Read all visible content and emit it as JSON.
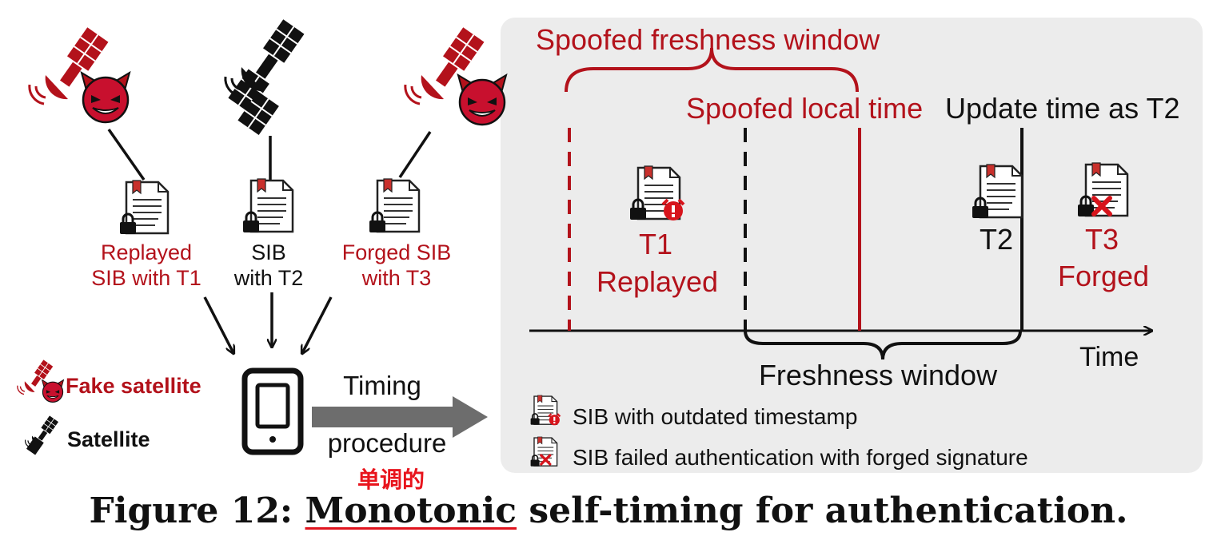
{
  "figure": {
    "caption_prefix": "Figure 12: ",
    "caption_keyword": "Monotonic",
    "caption_suffix": " self-timing for authentication.",
    "annotation_note": "单调的",
    "colors": {
      "adversary": "#b3121b",
      "normal": "#111111",
      "panel": "#ececec",
      "arrow": "#6d6d6d",
      "note": "#e8141c"
    }
  },
  "left": {
    "labels": {
      "replayed": "Replayed\nSIB with T1",
      "sib": "SIB\nwith T2",
      "forged": "Forged SIB\nwith T3"
    },
    "legend": {
      "fake_satellite": "Fake satellite",
      "satellite": "Satellite"
    },
    "timing_top": "Timing",
    "timing_bottom": "procedure"
  },
  "panel": {
    "spoofed_window_label": "Spoofed freshness window",
    "spoofed_local_time_label": "Spoofed local time",
    "update_time_label": "Update time as T2",
    "t1_label": "T1",
    "t1_sub": "Replayed",
    "t2_label": "T2",
    "t3_label": "T3",
    "t3_sub": "Forged",
    "axis_label": "Time",
    "freshness_window_label": "Freshness window",
    "legend_outdated": "SIB with outdated  timestamp",
    "legend_failed": "SIB failed authentication with forged signature"
  }
}
